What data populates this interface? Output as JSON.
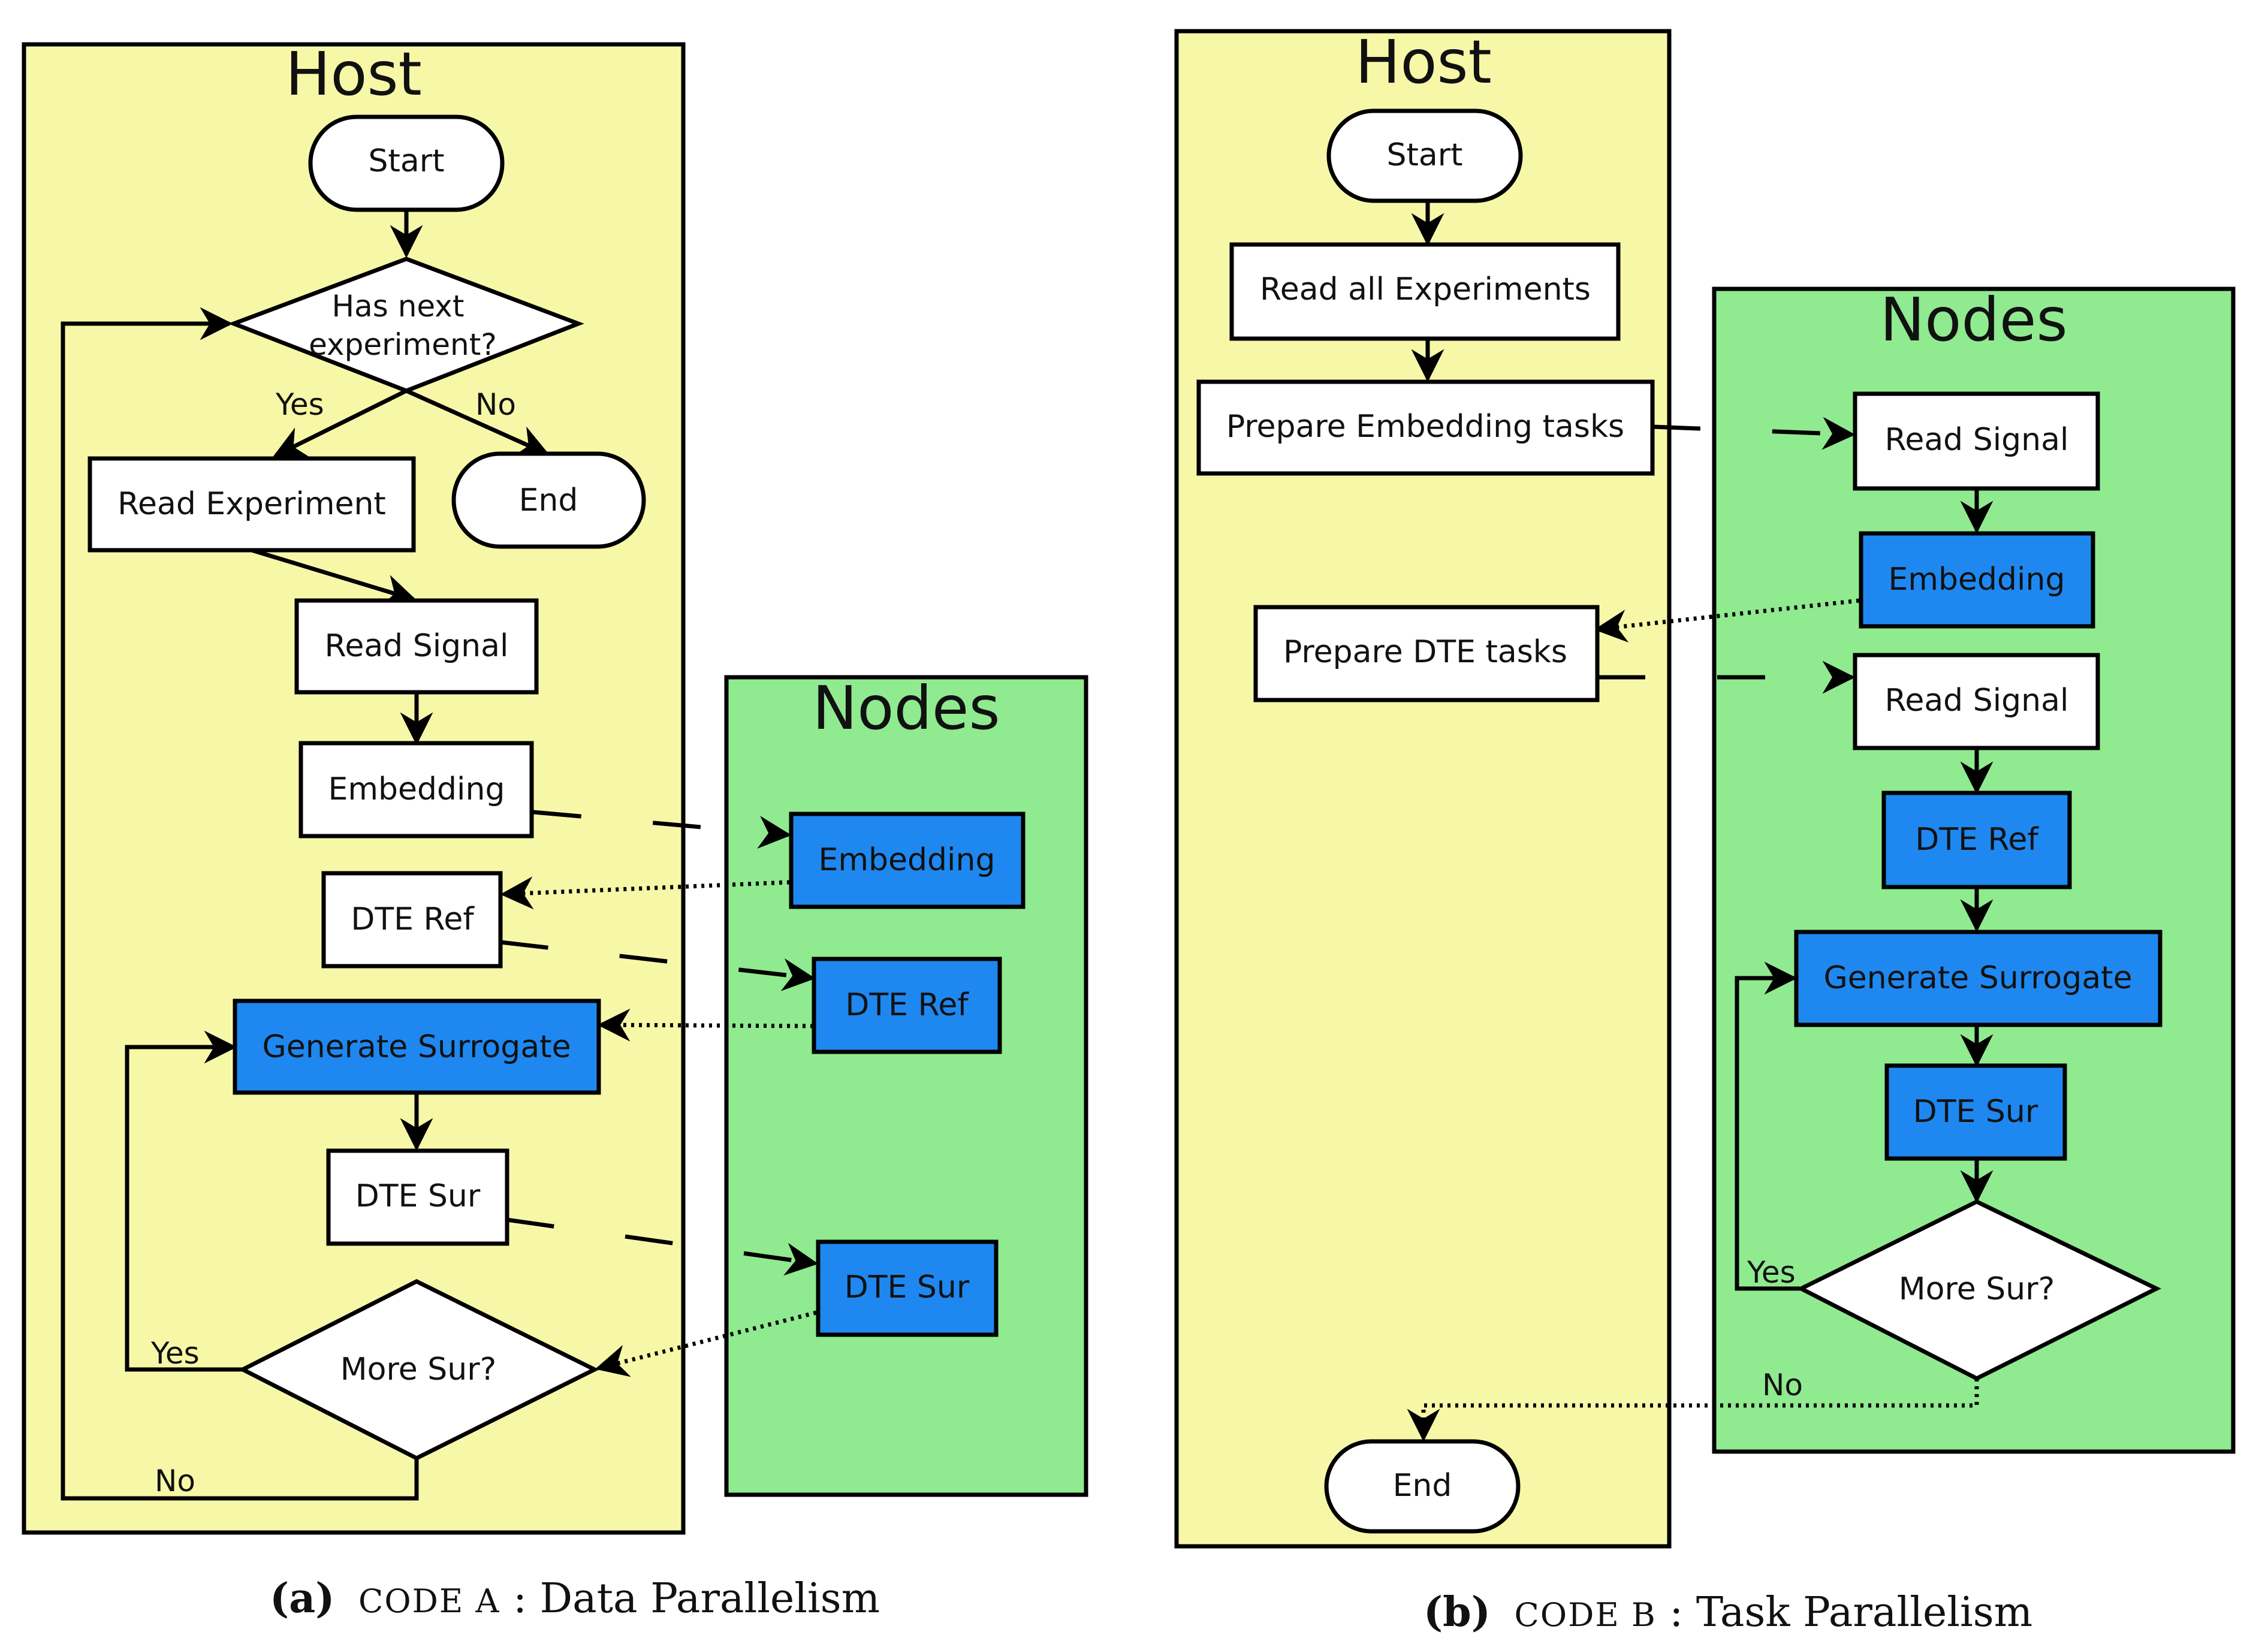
{
  "panel_a": {
    "host_title": "Host",
    "nodes_title": "Nodes",
    "start": "Start",
    "has_next": [
      "Has next",
      "experiment?"
    ],
    "yes1": "Yes",
    "no1": "No",
    "read_experiment": "Read Experiment",
    "end": "End",
    "read_signal": "Read Signal",
    "embedding": "Embedding",
    "dte_ref": "DTE Ref",
    "generate_surrogate": "Generate Surrogate",
    "dte_sur": "DTE Sur",
    "more_sur": "More Sur?",
    "yes2": "Yes",
    "no2": "No",
    "node_embedding": "Embedding",
    "node_dte_ref": "DTE Ref",
    "node_dte_sur": "DTE Sur",
    "caption_label": "(a)",
    "caption_code": "CODE A",
    "caption_text": ": Data Parallelism"
  },
  "panel_b": {
    "host_title": "Host",
    "nodes_title": "Nodes",
    "start": "Start",
    "read_all": "Read all Experiments",
    "prep_embedding": "Prepare Embedding tasks",
    "prep_dte": "Prepare DTE tasks",
    "end": "End",
    "node_read_signal_1": "Read Signal",
    "node_embedding": "Embedding",
    "node_read_signal_2": "Read Signal",
    "node_dte_ref": "DTE Ref",
    "node_generate_surrogate": "Generate Surrogate",
    "node_dte_sur": "DTE Sur",
    "more_sur": "More Sur?",
    "yes": "Yes",
    "no": "No",
    "caption_label": "(b)",
    "caption_code": "CODE B",
    "caption_text": ": Task Parallelism"
  },
  "colors": {
    "host_bg": "#f7f7a8",
    "nodes_bg": "#90ea90",
    "node_task": "#1e88f0",
    "box": "#ffffff",
    "line": "#000000"
  }
}
